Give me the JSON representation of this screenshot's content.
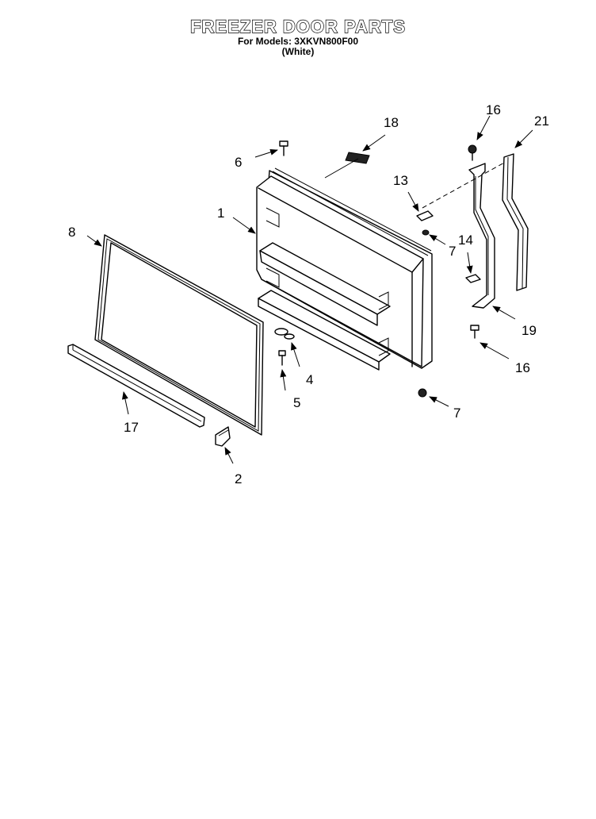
{
  "header": {
    "title": "FREEZER DOOR PARTS",
    "model_line": "For Models: 3XKVN800F00",
    "color_line": "(White)"
  },
  "callouts": {
    "c1": "1",
    "c2": "2",
    "c4": "4",
    "c5": "5",
    "c6": "6",
    "c7a": "7",
    "c7b": "7",
    "c8": "8",
    "c13": "13",
    "c14": "14",
    "c16a": "16",
    "c16b": "16",
    "c17": "17",
    "c18": "18",
    "c19": "19",
    "c21": "21"
  }
}
